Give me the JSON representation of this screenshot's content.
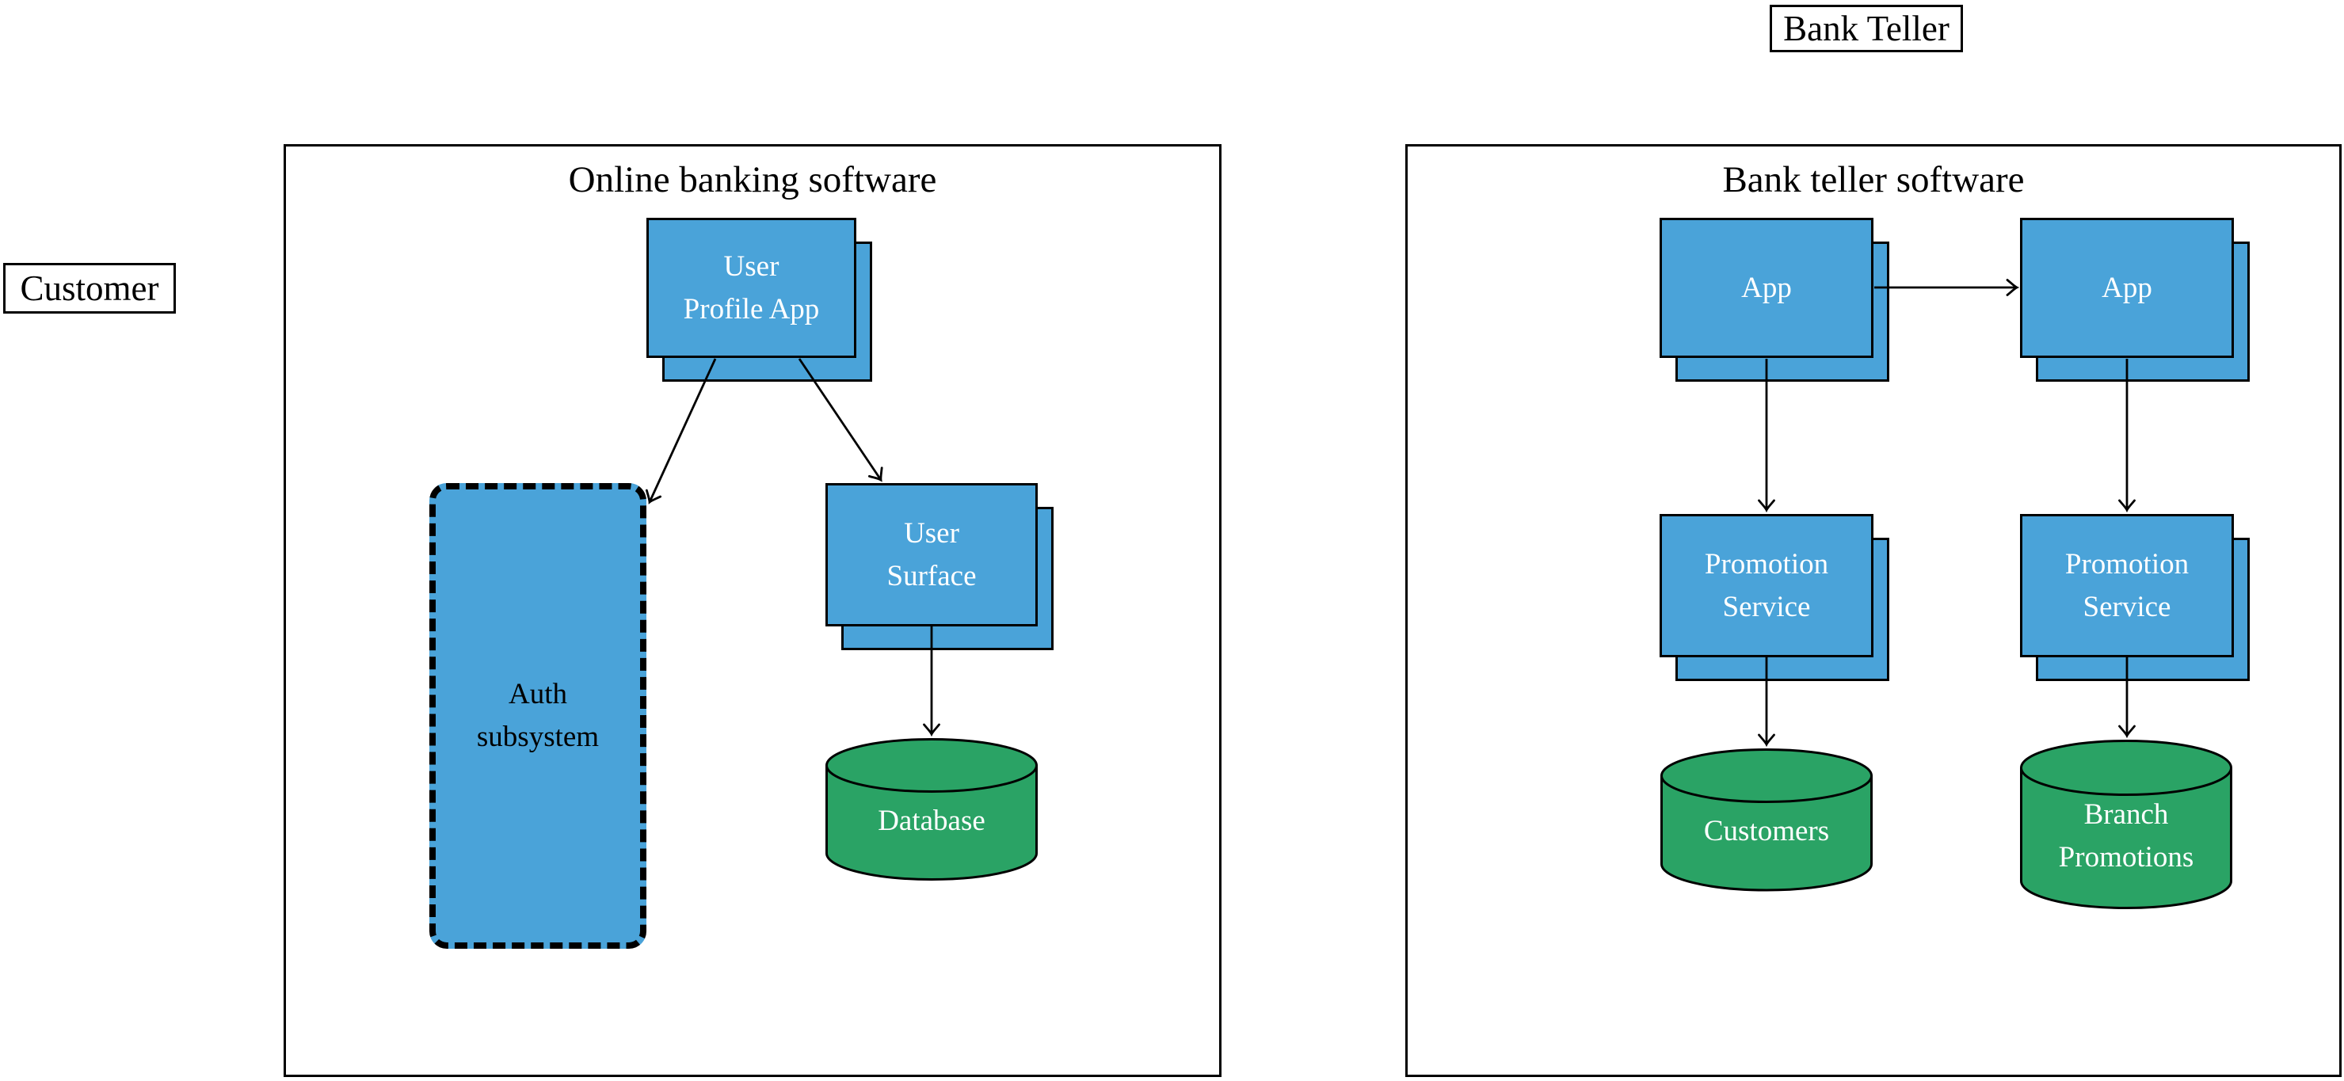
{
  "actors": {
    "customer": {
      "label": "Customer"
    },
    "bank_teller": {
      "label": "Bank Teller"
    }
  },
  "systems": {
    "online_banking": {
      "title": "Online banking software",
      "nodes": {
        "user_profile_app": {
          "label": "User\nProfile App"
        },
        "auth_subsystem": {
          "label": "Auth\nsubsystem"
        },
        "user_surface": {
          "label": "User\nSurface"
        },
        "database": {
          "label": "Database"
        }
      }
    },
    "bank_teller_software": {
      "title": "Bank teller software",
      "nodes": {
        "app_left": {
          "label": "App"
        },
        "app_right": {
          "label": "App"
        },
        "promotion_service_left": {
          "label": "Promotion\nService"
        },
        "promotion_service_right": {
          "label": "Promotion\nService"
        },
        "customers_db": {
          "label": "Customers"
        },
        "branch_promotions_db": {
          "label": "Branch\nPromotions"
        }
      }
    }
  },
  "colors": {
    "node_blue": "#4aa3d9",
    "db_green": "#2aa365",
    "line_black": "#000000"
  }
}
